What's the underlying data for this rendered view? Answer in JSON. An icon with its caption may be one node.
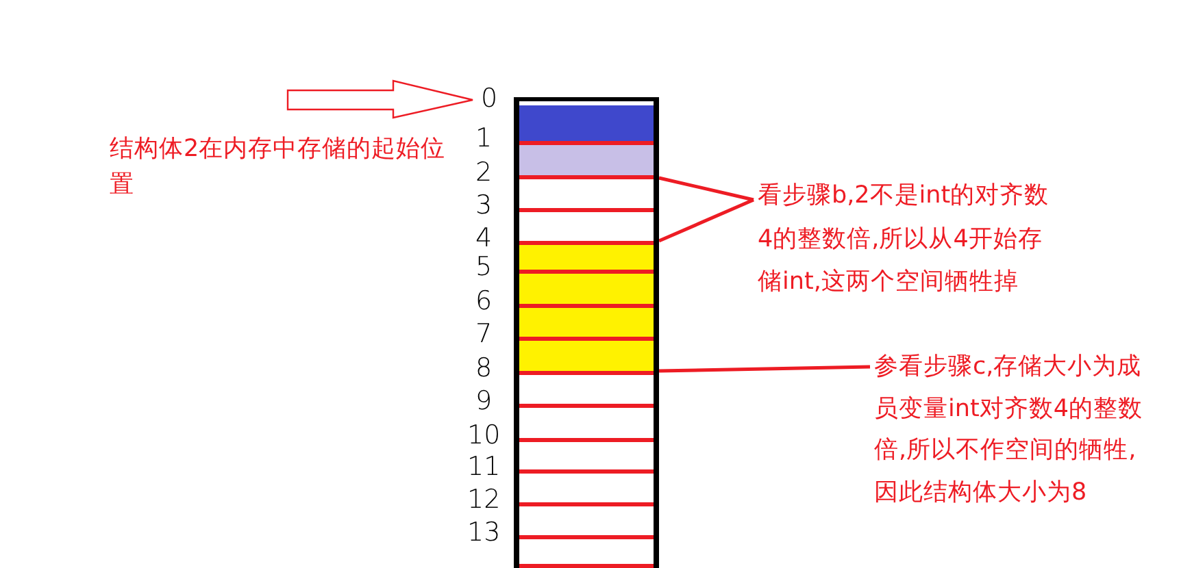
{
  "diagram": {
    "nodes": [
      {
        "text": [
          "结构体2在内存中存储的起始位置"
        ]
      },
      {
        "text": [
          "0"
        ]
      },
      {
        "text": [],
        "shape": "box"
      },
      {
        "text": [],
        "shape": "box",
        "in": 2
      },
      {
        "text": [],
        "shape": "box",
        "in": 2
      },
      {
        "text": [],
        "shape": "box",
        "in": 2
      },
      {
        "text": [],
        "shape": "box",
        "in": 2
      },
      {
        "text": [],
        "shape": "box",
        "in": 2
      },
      {
        "text": [],
        "shape": "box",
        "in": 2
      },
      {
        "text": [],
        "shape": "box",
        "in": 2
      },
      {
        "text": [],
        "shape": "box",
        "in": 2
      },
      {
        "text": [],
        "shape": "box",
        "in": 2
      },
      {
        "text": [],
        "shape": "box",
        "in": 2
      },
      {
        "text": [],
        "shape": "box",
        "in": 2
      },
      {
        "text": [],
        "shape": "box",
        "in": 2
      },
      {
        "text": [],
        "shape": "box",
        "in": 2
      },
      {
        "text": [],
        "shape": "box",
        "in": 2
      },
      {
        "text": [
          "看步骤b,2不是int的对齐数4的整数倍,所以从4开始存储int,这两个空间牺牲掉"
        ]
      },
      {
        "text": [
          "参看步骤c,存储大小为成员变量int对齐数4的整数倍,所以不作空间的牺牲,因此结构体大小为8"
        ]
      }
    ],
    "edges": [
      {
        "from": null,
        "to": 1,
        "arrow": "to"
      },
      {
        "from": 17,
        "to": 5,
        "arrow": "none"
      },
      {
        "from": 17,
        "to": 6,
        "arrow": "none"
      },
      {
        "from": 18,
        "to": 10,
        "arrow": "none"
      }
    ],
    "labels": [
      "1",
      "2",
      "3",
      "4",
      "5",
      "6",
      "7",
      "8",
      "9",
      "10",
      "11",
      "12",
      "13"
    ]
  }
}
